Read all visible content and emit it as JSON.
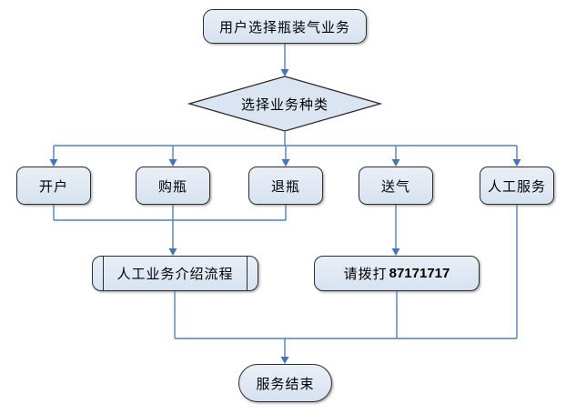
{
  "nodes": {
    "start": {
      "label": "用户选择瓶装气业务"
    },
    "decision": {
      "label": "选择业务种类"
    },
    "options": [
      {
        "label": "开户"
      },
      {
        "label": "购瓶"
      },
      {
        "label": "退瓶"
      },
      {
        "label": "送气"
      },
      {
        "label": "人工服务"
      }
    ],
    "intro": {
      "label": "人工业务介绍流程"
    },
    "call": {
      "prefix": "请拨打",
      "phone": "87171717"
    },
    "end": {
      "label": "服务结束"
    }
  },
  "colors": {
    "node_fill": "#dbe5f1",
    "node_border": "#2d2d2d",
    "connector": "#4f81bd"
  }
}
